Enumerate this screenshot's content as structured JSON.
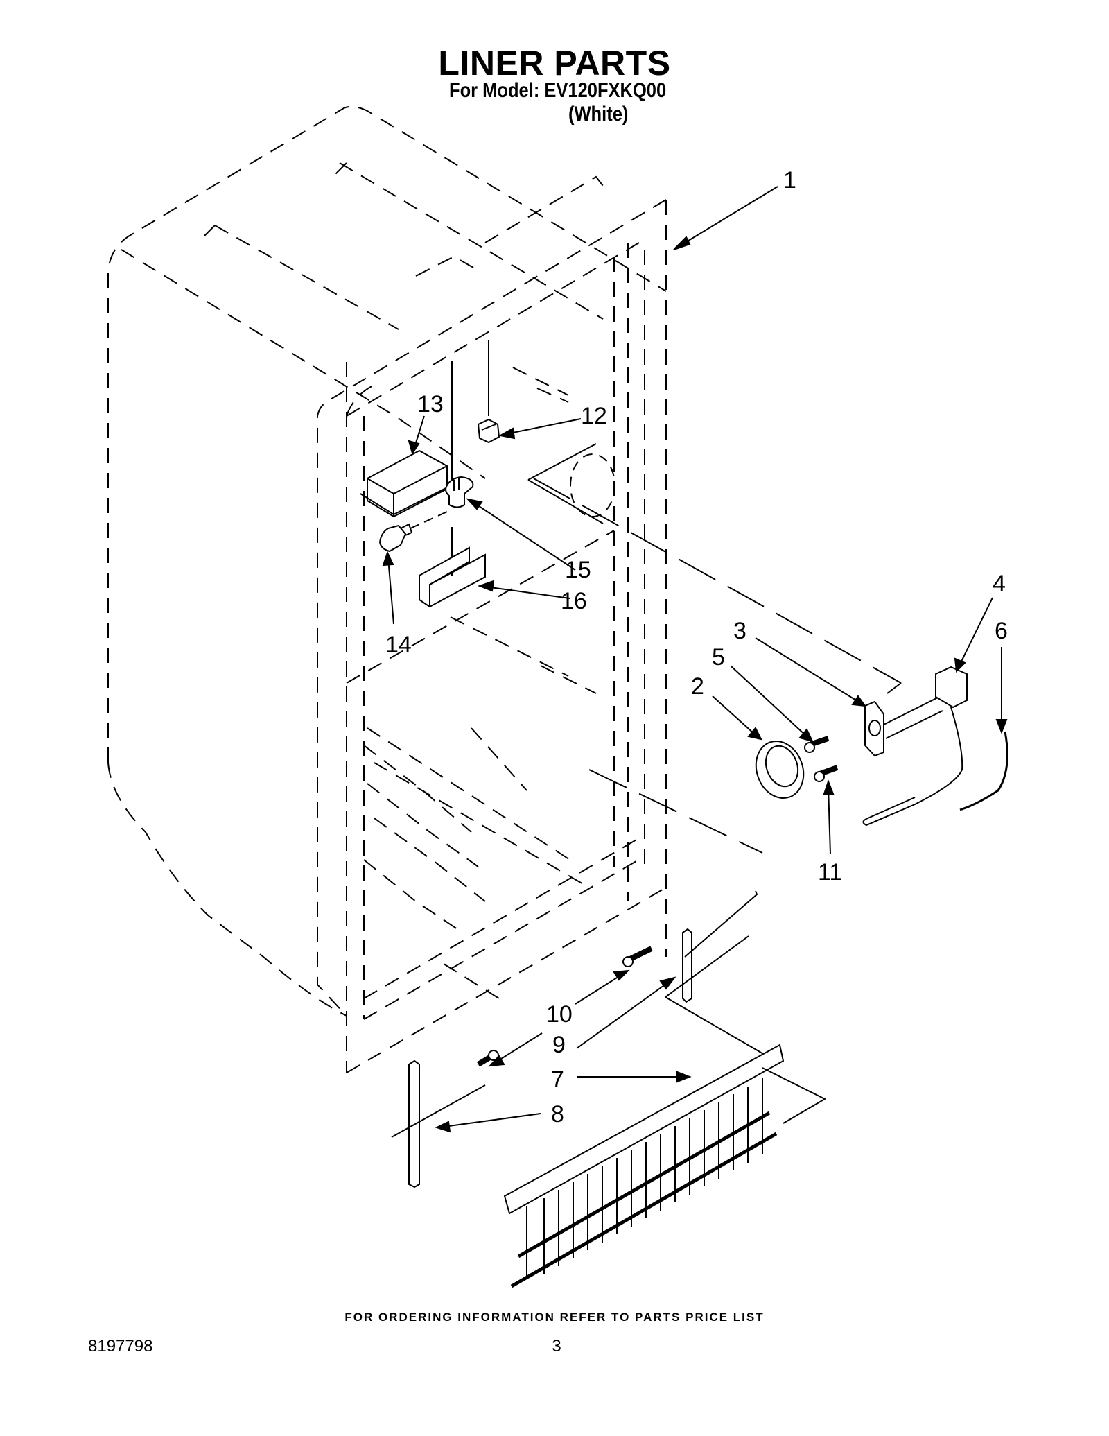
{
  "header": {
    "title": "LINER PARTS",
    "model_line": "For Model: EV120FXKQ00",
    "color": "(White)"
  },
  "callouts": [
    {
      "id": "1",
      "label": "1"
    },
    {
      "id": "2",
      "label": "2"
    },
    {
      "id": "3",
      "label": "3"
    },
    {
      "id": "4",
      "label": "4"
    },
    {
      "id": "5",
      "label": "5"
    },
    {
      "id": "6",
      "label": "6"
    },
    {
      "id": "7",
      "label": "7"
    },
    {
      "id": "8",
      "label": "8"
    },
    {
      "id": "9",
      "label": "9"
    },
    {
      "id": "10",
      "label": "10"
    },
    {
      "id": "11",
      "label": "11"
    },
    {
      "id": "12",
      "label": "12"
    },
    {
      "id": "13",
      "label": "13"
    },
    {
      "id": "14",
      "label": "14"
    },
    {
      "id": "15",
      "label": "15"
    },
    {
      "id": "16",
      "label": "16"
    }
  ],
  "footer": {
    "ordering_note": "FOR ORDERING INFORMATION REFER TO PARTS PRICE LIST",
    "page_number": "3",
    "document_number": "8197798"
  }
}
